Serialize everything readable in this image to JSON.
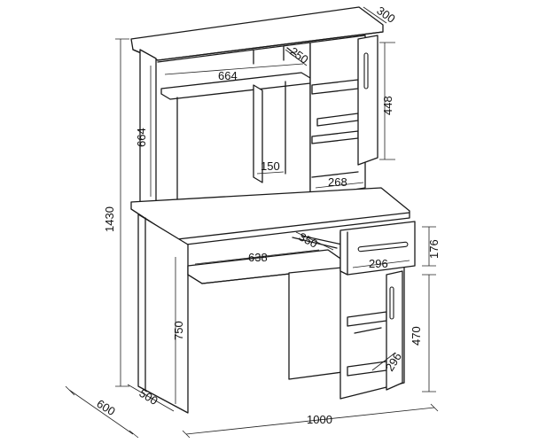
{
  "dimensions": {
    "top_shelf_depth": "300",
    "niche_depth": "250",
    "niche_width": "664",
    "superstructure_height": "664",
    "door_height": "448",
    "partition_width": "150",
    "shelf_width": "268",
    "total_height": "1430",
    "keyboard_shelf_depth": "350",
    "keyboard_shelf_width": "638",
    "drawer_width": "296",
    "drawer_height": "176",
    "table_height": "750",
    "cabinet_height": "470",
    "cabinet_depth": "296",
    "side_depth": "500",
    "total_depth": "600",
    "total_width": "1000"
  },
  "colors": {
    "line": "#1a1a1a",
    "background": "#ffffff"
  }
}
